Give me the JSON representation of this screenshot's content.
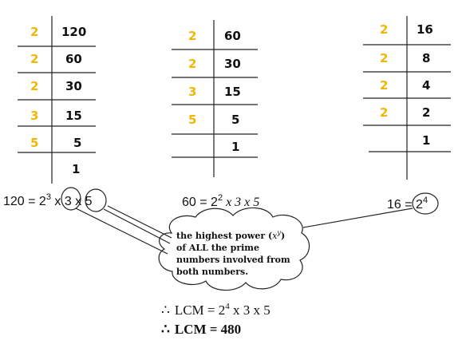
{
  "tables": [
    {
      "name": "120",
      "rows": [
        {
          "divisor": "2",
          "quotient": "120"
        },
        {
          "divisor": "2",
          "quotient": "60"
        },
        {
          "divisor": "2",
          "quotient": "30"
        },
        {
          "divisor": "3",
          "quotient": "15"
        },
        {
          "divisor": "5",
          "quotient": "5"
        },
        {
          "divisor": "",
          "quotient": "1"
        }
      ]
    },
    {
      "name": "60",
      "rows": [
        {
          "divisor": "2",
          "quotient": "60"
        },
        {
          "divisor": "2",
          "quotient": "30"
        },
        {
          "divisor": "3",
          "quotient": "15"
        },
        {
          "divisor": "5",
          "quotient": "5"
        },
        {
          "divisor": "",
          "quotient": "1"
        }
      ]
    },
    {
      "name": "16",
      "rows": [
        {
          "divisor": "2",
          "quotient": "16"
        },
        {
          "divisor": "2",
          "quotient": "8"
        },
        {
          "divisor": "2",
          "quotient": "4"
        },
        {
          "divisor": "2",
          "quotient": "2"
        },
        {
          "divisor": "",
          "quotient": "1"
        }
      ]
    }
  ],
  "factorizations": {
    "f120": {
      "lhs": "120 = 2",
      "exp": "3",
      "rest1": " x 3 x ",
      "last": "5"
    },
    "f60": {
      "lhs": "60 = 2",
      "exp": "2",
      "rest": " x 3 x 5"
    },
    "f16": {
      "lhs": "16 = ",
      "base": "2",
      "exp": "4"
    }
  },
  "callout": {
    "line1a": "the highest power (",
    "line1var": "x",
    "line1sup": "y",
    "line1b": ")",
    "line2": "of ALL the prime",
    "line3": "numbers involved from",
    "line4": "both numbers."
  },
  "result": {
    "therefore": "∴",
    "line1_lhs": "LCM = 2",
    "line1_exp": "4",
    "line1_rest": " x 3 x 5",
    "line2": "LCM = 480"
  },
  "colors": {
    "divisor": "#f2b705",
    "text": "#111111"
  }
}
